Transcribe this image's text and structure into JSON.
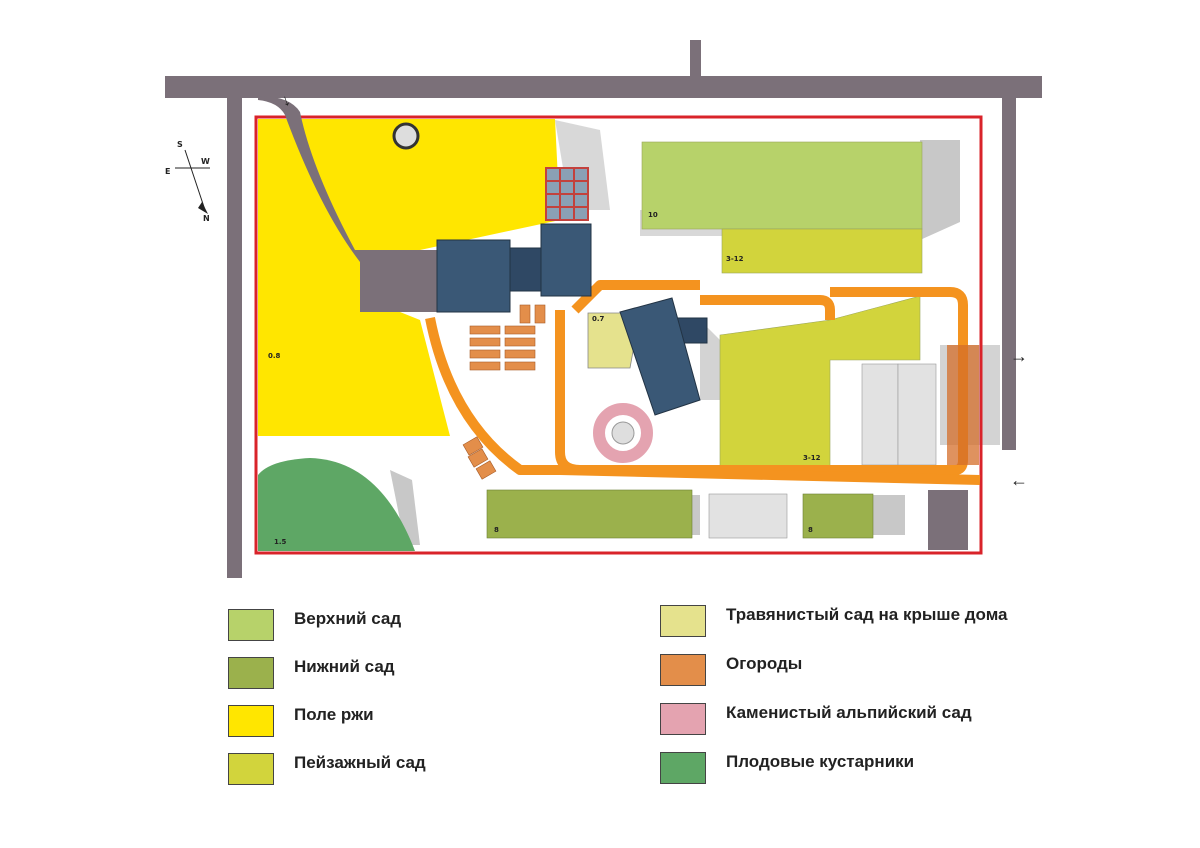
{
  "colors": {
    "upper_garden": "#b7d26a",
    "lower_garden": "#9bb14c",
    "rye_field": "#ffe600",
    "landscape_garden": "#d2d43c",
    "roof_garden": "#e5e28d",
    "vegetable": "#e38e4a",
    "alpine": "#e4a3b0",
    "berry": "#5ea765",
    "road": "#7b7079",
    "path": "#f4931f",
    "building": "#3a5876",
    "boundary": "#d9232a",
    "shadow": "#c8c8c8"
  },
  "compass": {
    "s": "S",
    "w": "W",
    "e": "E",
    "n": "N"
  },
  "zones": {
    "rye_field": "0.8",
    "berry": "1.5",
    "upper_top": "10",
    "upper_mid": "3-12",
    "landscape": "3-12",
    "lower_left": "8",
    "lower_right": "8",
    "roof": "0.7"
  },
  "arrows": {
    "top": "↓",
    "right_in": "→",
    "right_out": "←"
  },
  "legend": [
    {
      "label": "Верхний сад",
      "color": "#b7d26a"
    },
    {
      "label": "Нижний сад",
      "color": "#9bb14c"
    },
    {
      "label": "Поле ржи",
      "color": "#ffe600"
    },
    {
      "label": "Пейзажный сад",
      "color": "#d2d43c"
    },
    {
      "label": "Травянистый сад на крыше дома",
      "color": "#e5e28d"
    },
    {
      "label": "Огороды",
      "color": "#e38e4a"
    },
    {
      "label": "Каменистый альпийский сад",
      "color": "#e4a3b0"
    },
    {
      "label": "Плодовые кустарники",
      "color": "#5ea765"
    }
  ]
}
